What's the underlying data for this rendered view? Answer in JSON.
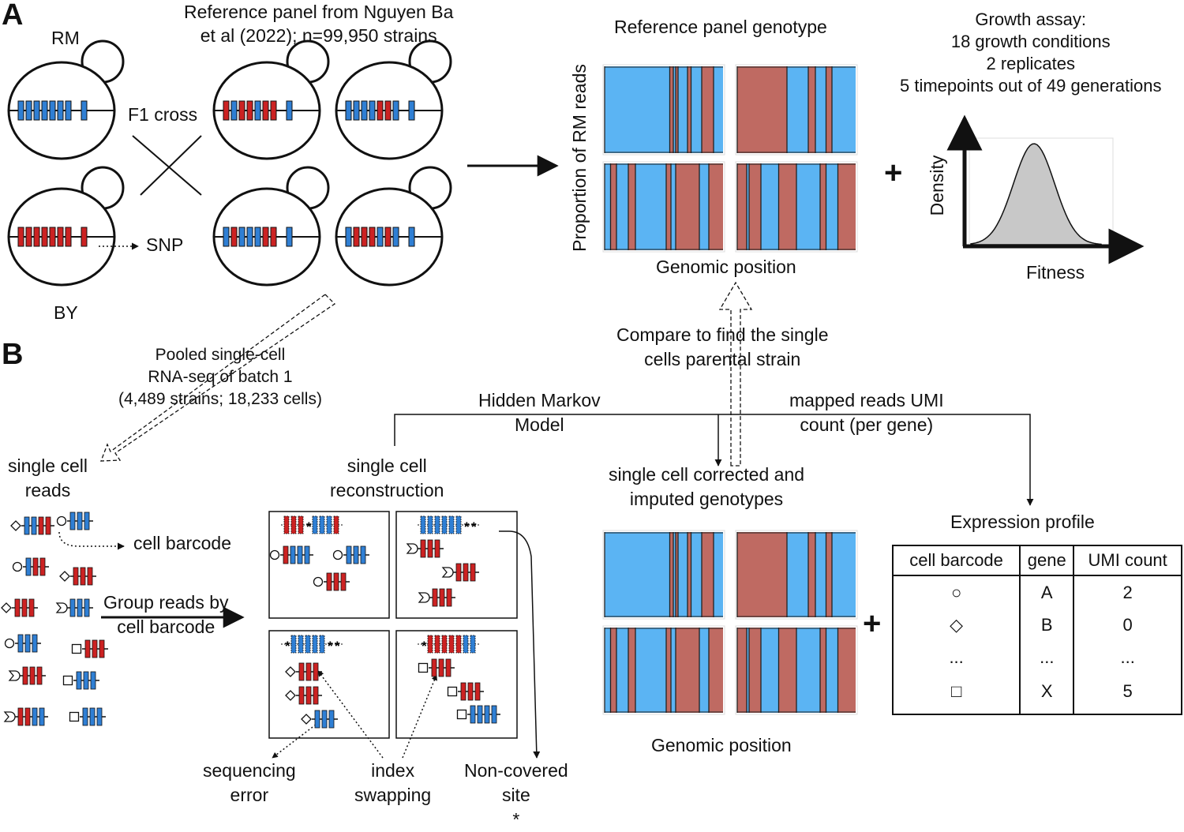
{
  "colors": {
    "rm_blue": "#5bb4f3",
    "by_red": "#bf6a62",
    "snp_blue": "#2f7fd4",
    "snp_red": "#cc2222",
    "density_fill": "#c8c8c8"
  },
  "panel_a": {
    "label": "A",
    "rm": "RM",
    "by": "BY",
    "f1_cross": "F1 cross",
    "snp": "SNP",
    "reference_title": "Reference panel from Nguyen Ba\net al (2022); n=99,950 strains",
    "genotype_title": "Reference panel genotype",
    "y_axis": "Proportion of RM reads",
    "x_axis": "Genomic position",
    "plus": "+",
    "growth_assay": "Growth assay:\n18 growth conditions\n2 replicates\n5 timepoints out of 49 generations",
    "density_label": "Density",
    "fitness_label": "Fitness"
  },
  "panel_b": {
    "label": "B",
    "pooled": "Pooled single-cell\nRNA-seq of batch 1\n(4,489 strains; 18,233 cells)",
    "compare": "Compare to find the single\ncells parental strain",
    "hmm": "Hidden Markov\nModel",
    "mapped_reads": "mapped reads UMI\ncount (per gene)",
    "single_cell_reads": "single cell\nreads",
    "cell_barcode": "cell barcode",
    "group_reads": "Group reads by\ncell barcode",
    "reconstruction": "single cell\nreconstruction",
    "corrected": "single cell corrected and\nimputed genotypes",
    "expression_profile": "Expression profile",
    "genomic_position": "Genomic position",
    "plus": "+",
    "sequencing_error": "sequencing\nerror",
    "index_swapping": "index\nswapping",
    "non_covered": "Non-covered\nsite\n*",
    "table": {
      "headers": [
        "cell barcode",
        "gene",
        "UMI count"
      ],
      "rows": [
        [
          "○",
          "A",
          "2"
        ],
        [
          "◇",
          "B",
          "0"
        ],
        [
          "...",
          "...",
          "..."
        ],
        [
          "□",
          "X",
          "5"
        ]
      ]
    }
  }
}
